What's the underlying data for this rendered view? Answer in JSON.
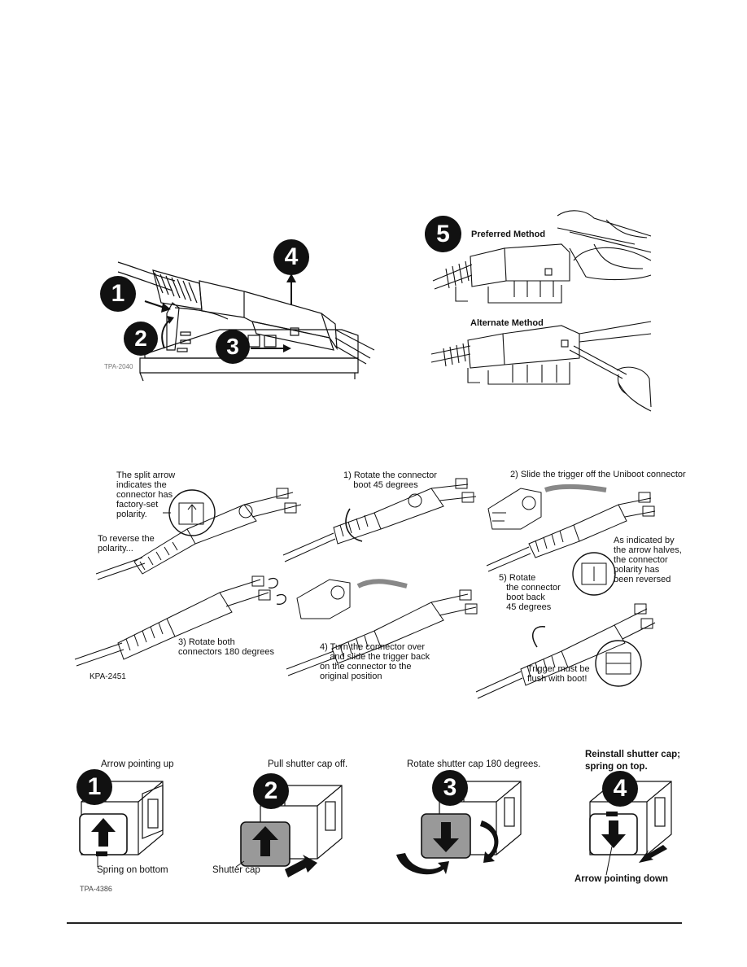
{
  "top_left": {
    "steps": [
      "1",
      "2",
      "3",
      "4"
    ],
    "code": "TPA-2040"
  },
  "top_right": {
    "step": "5",
    "preferred": "Preferred Method",
    "alternate": "Alternate Method"
  },
  "middle": {
    "split_arrow_note": "The split arrow\nindicates the\nconnector has\nfactory-set\npolarity.",
    "reverse_note": "To reverse the\npolarity...",
    "step1": "1) Rotate the connector\n    boot 45 degrees",
    "step2": "2) Slide the trigger off the Uniboot connector",
    "step3": "3) Rotate both\nconnectors 180 degrees",
    "step4": "4) Turn the connector over\n    and slide the trigger back\non the connector to the\noriginal position",
    "step5": "5) Rotate\n   the connector\n   boot back\n   45 degrees",
    "reversed_note": "As indicated by\nthe arrow halves,\nthe connector\npolarity has\nbeen reversed",
    "trigger_note": "Trigger must be\nflush with boot!",
    "code": "KPA-2451"
  },
  "bottom": {
    "steps": [
      "1",
      "2",
      "3",
      "4"
    ],
    "caption1": "Arrow pointing up",
    "caption2": "Pull shutter cap off.",
    "caption3": "Rotate shutter cap 180 degrees.",
    "caption4": "Reinstall shutter cap;\nspring on top.",
    "spring_bottom": "Spring on bottom",
    "shutter_cap": "Shutter cap",
    "arrow_down": "Arrow pointing down",
    "code": "TPA-4386"
  }
}
